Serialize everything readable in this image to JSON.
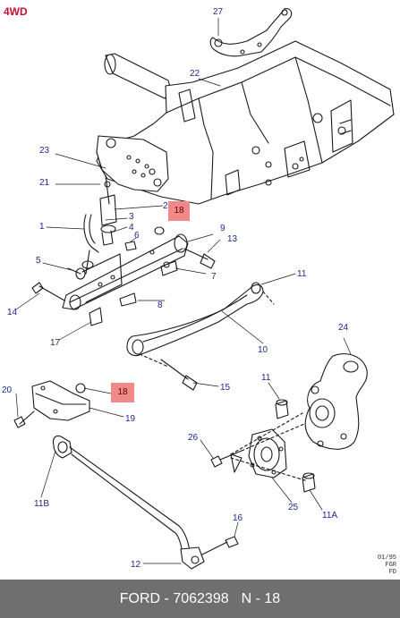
{
  "corner_label": "4WD",
  "stamp": [
    "01/95",
    "FGR",
    "FD"
  ],
  "callouts": {
    "c27": "27",
    "c22": "22",
    "c23": "23",
    "c21": "21",
    "c1": "1",
    "c2": "2",
    "c3": "3",
    "c4": "4",
    "c6": "6",
    "c5": "5",
    "c9": "9",
    "c13": "13",
    "c7": "7",
    "c11": "11",
    "c14": "14",
    "c8": "8",
    "c17": "17",
    "c10": "10",
    "c24": "24",
    "c20": "20",
    "c15": "15",
    "c11b": "11",
    "c19": "19",
    "c26": "26",
    "c11B": "11B",
    "c25": "25",
    "c11A": "11A",
    "c16": "16",
    "c12": "12"
  },
  "highlighted": {
    "top": "18",
    "bottom": "18"
  },
  "footer": {
    "brand": "FORD - 7062398",
    "ref": "N - 18"
  }
}
